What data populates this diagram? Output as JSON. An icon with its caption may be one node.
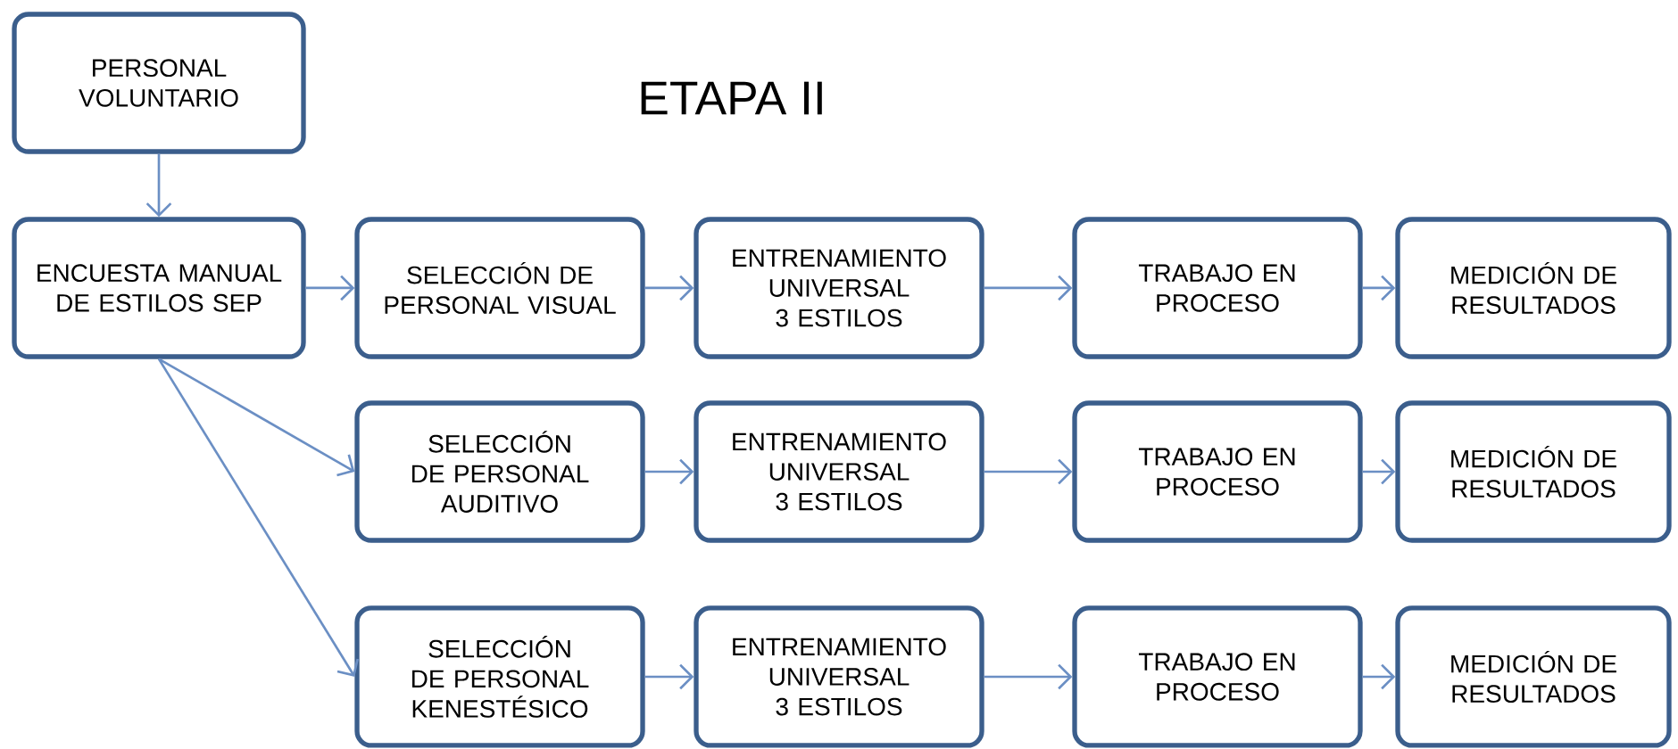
{
  "diagram": {
    "title": "ETAPA II",
    "nodes": [
      {
        "text": [
          "PERSONAL VOLUNTARIO"
        ]
      },
      {
        "text": [
          "ENCUESTA MANUAL DE ESTILOS SEP"
        ]
      },
      {
        "text": [
          "SELECCIÓN DE PERSONAL VISUAL"
        ]
      },
      {
        "text": [
          "ENTRENAMIENTO UNIVERSAL 3 ESTILOS"
        ]
      },
      {
        "text": [
          "TRABAJO EN PROCESO"
        ]
      },
      {
        "text": [
          "MEDICIÓN DE RESULTADOS"
        ]
      },
      {
        "text": [
          "SELECCIÓN DE PERSONAL AUDITIVO"
        ]
      },
      {
        "text": [
          "ENTRENAMIENTO UNIVERSAL 3 ESTILOS"
        ]
      },
      {
        "text": [
          "TRABAJO EN PROCESO"
        ]
      },
      {
        "text": [
          "MEDICIÓN DE RESULTADOS"
        ]
      },
      {
        "text": [
          "SELECCIÓN DE PERSONAL KENESTÉSICO"
        ]
      },
      {
        "text": [
          "ENTRENAMIENTO UNIVERSAL 3 ESTILOS"
        ]
      },
      {
        "text": [
          "TRABAJO EN PROCESO"
        ]
      },
      {
        "text": [
          "MEDICIÓN DE RESULTADOS"
        ]
      }
    ],
    "edges": [
      {
        "from": 0,
        "to": 1,
        "arrow": "to"
      },
      {
        "from": 1,
        "to": 2,
        "arrow": "to"
      },
      {
        "from": 2,
        "to": 3,
        "arrow": "to"
      },
      {
        "from": 3,
        "to": 4,
        "arrow": "to"
      },
      {
        "from": 4,
        "to": 5,
        "arrow": "to"
      },
      {
        "from": 1,
        "to": 6,
        "arrow": "to"
      },
      {
        "from": 6,
        "to": 7,
        "arrow": "to"
      },
      {
        "from": 7,
        "to": 8,
        "arrow": "to"
      },
      {
        "from": 8,
        "to": 9,
        "arrow": "to"
      },
      {
        "from": 1,
        "to": 10,
        "arrow": "to"
      },
      {
        "from": 10,
        "to": 11,
        "arrow": "to"
      },
      {
        "from": 11,
        "to": 12,
        "arrow": "to"
      },
      {
        "from": 12,
        "to": 13,
        "arrow": "to"
      }
    ]
  }
}
